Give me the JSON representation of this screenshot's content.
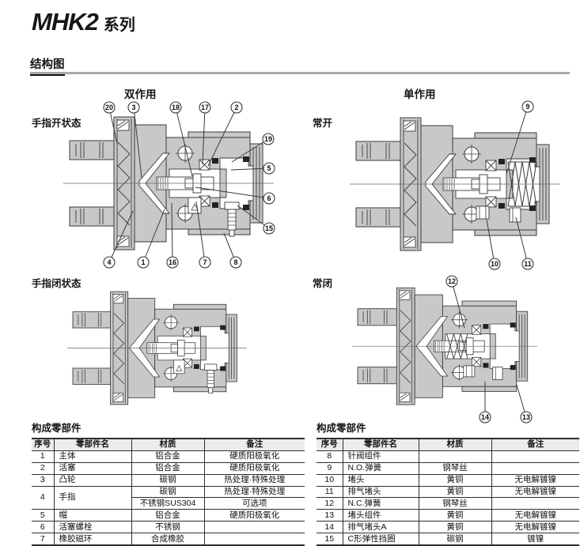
{
  "page": {
    "title": "MHK2",
    "title_suffix": "系列",
    "section_heading": "结构图"
  },
  "diagrams": {
    "double_acting": {
      "type_label": "双作用",
      "open_label": "手指开状态",
      "closed_label": "手指闭状态",
      "open_callouts": [
        "20",
        "3",
        "18",
        "17",
        "2",
        "19",
        "5",
        "6",
        "15",
        "4",
        "1",
        "16",
        "7",
        "8"
      ]
    },
    "single_acting": {
      "type_label": "单作用",
      "no_label": "常开",
      "nc_label": "常闭",
      "no_callouts": [
        "9",
        "10",
        "11"
      ],
      "nc_callouts": [
        "12",
        "14",
        "13"
      ]
    }
  },
  "parts_table_left": {
    "heading": "构成零部件",
    "columns": [
      "序号",
      "零部件名",
      "材质",
      "备注"
    ],
    "rows": [
      {
        "no": "1",
        "name": "主体",
        "material": "铝合金",
        "note": "硬质阳极氧化"
      },
      {
        "no": "2",
        "name": "活塞",
        "material": "铝合金",
        "note": "硬质阳极氧化"
      },
      {
        "no": "3",
        "name": "凸轮",
        "material": "碳钢",
        "note": "热处理·特殊处理"
      },
      {
        "no": "4",
        "name": "手指",
        "material": "碳钢",
        "note": "热处理·特殊处理",
        "material_alt": "不锈钢SUS304",
        "note_alt": "可选项"
      },
      {
        "no": "5",
        "name": "帽",
        "material": "铝合金",
        "note": "硬质阳极氧化"
      },
      {
        "no": "6",
        "name": "活塞螺栓",
        "material": "不锈钢",
        "note": ""
      },
      {
        "no": "7",
        "name": "橡胶磁环",
        "material": "合成橡胶",
        "note": ""
      }
    ]
  },
  "parts_table_right": {
    "heading": "构成零部件",
    "columns": [
      "序号",
      "零部件名",
      "材质",
      "备注"
    ],
    "rows": [
      {
        "no": "8",
        "name": "针阀组件",
        "material": "",
        "note": ""
      },
      {
        "no": "9",
        "name": "N.O.弹簧",
        "material": "钢琴丝",
        "note": ""
      },
      {
        "no": "10",
        "name": "堵头",
        "material": "黄铜",
        "note": "无电解镀镍"
      },
      {
        "no": "11",
        "name": "排气堵头",
        "material": "黄铜",
        "note": "无电解镀镍"
      },
      {
        "no": "12",
        "name": "N.C.弹簧",
        "material": "钢琴丝",
        "note": ""
      },
      {
        "no": "13",
        "name": "堵头组件",
        "material": "黄铜",
        "note": "无电解镀镍"
      },
      {
        "no": "14",
        "name": "排气堵头A",
        "material": "黄铜",
        "note": "无电解镀镍"
      },
      {
        "no": "15",
        "name": "C形弹性挡圈",
        "material": "碳钢",
        "note": "镀镍"
      }
    ]
  }
}
